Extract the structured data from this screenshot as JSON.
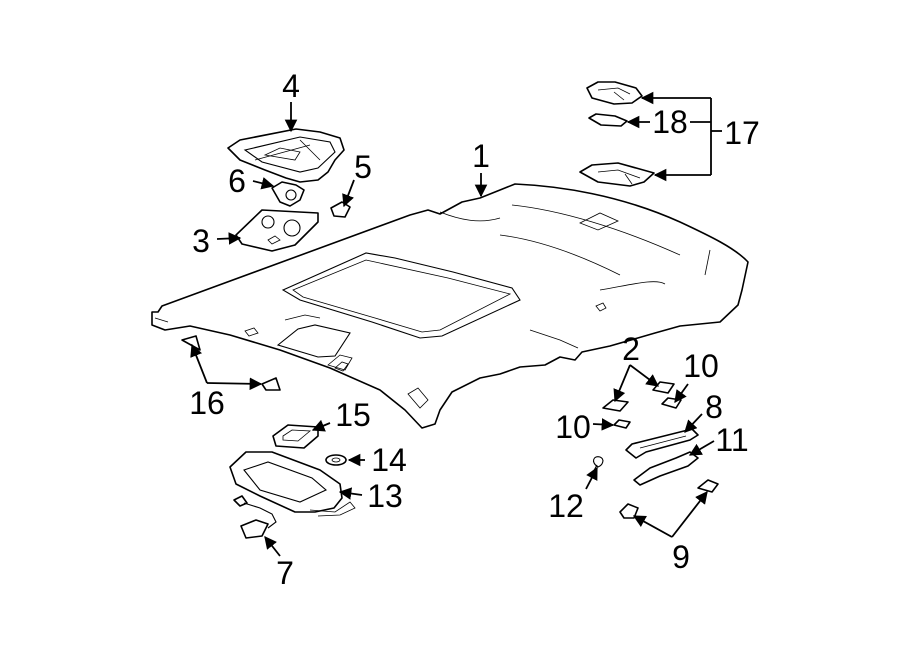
{
  "callouts": [
    {
      "id": "1",
      "label": "1"
    },
    {
      "id": "2",
      "label": "2"
    },
    {
      "id": "3",
      "label": "3"
    },
    {
      "id": "4",
      "label": "4"
    },
    {
      "id": "5",
      "label": "5"
    },
    {
      "id": "6",
      "label": "6"
    },
    {
      "id": "7",
      "label": "7"
    },
    {
      "id": "8",
      "label": "8"
    },
    {
      "id": "9",
      "label": "9"
    },
    {
      "id": "10a",
      "label": "10"
    },
    {
      "id": "10b",
      "label": "10"
    },
    {
      "id": "11",
      "label": "11"
    },
    {
      "id": "12",
      "label": "12"
    },
    {
      "id": "13",
      "label": "13"
    },
    {
      "id": "14",
      "label": "14"
    },
    {
      "id": "15",
      "label": "15"
    },
    {
      "id": "16",
      "label": "16"
    },
    {
      "id": "17",
      "label": "17"
    },
    {
      "id": "18",
      "label": "18"
    }
  ],
  "colors": {
    "line": "#000000",
    "background": "#ffffff"
  }
}
